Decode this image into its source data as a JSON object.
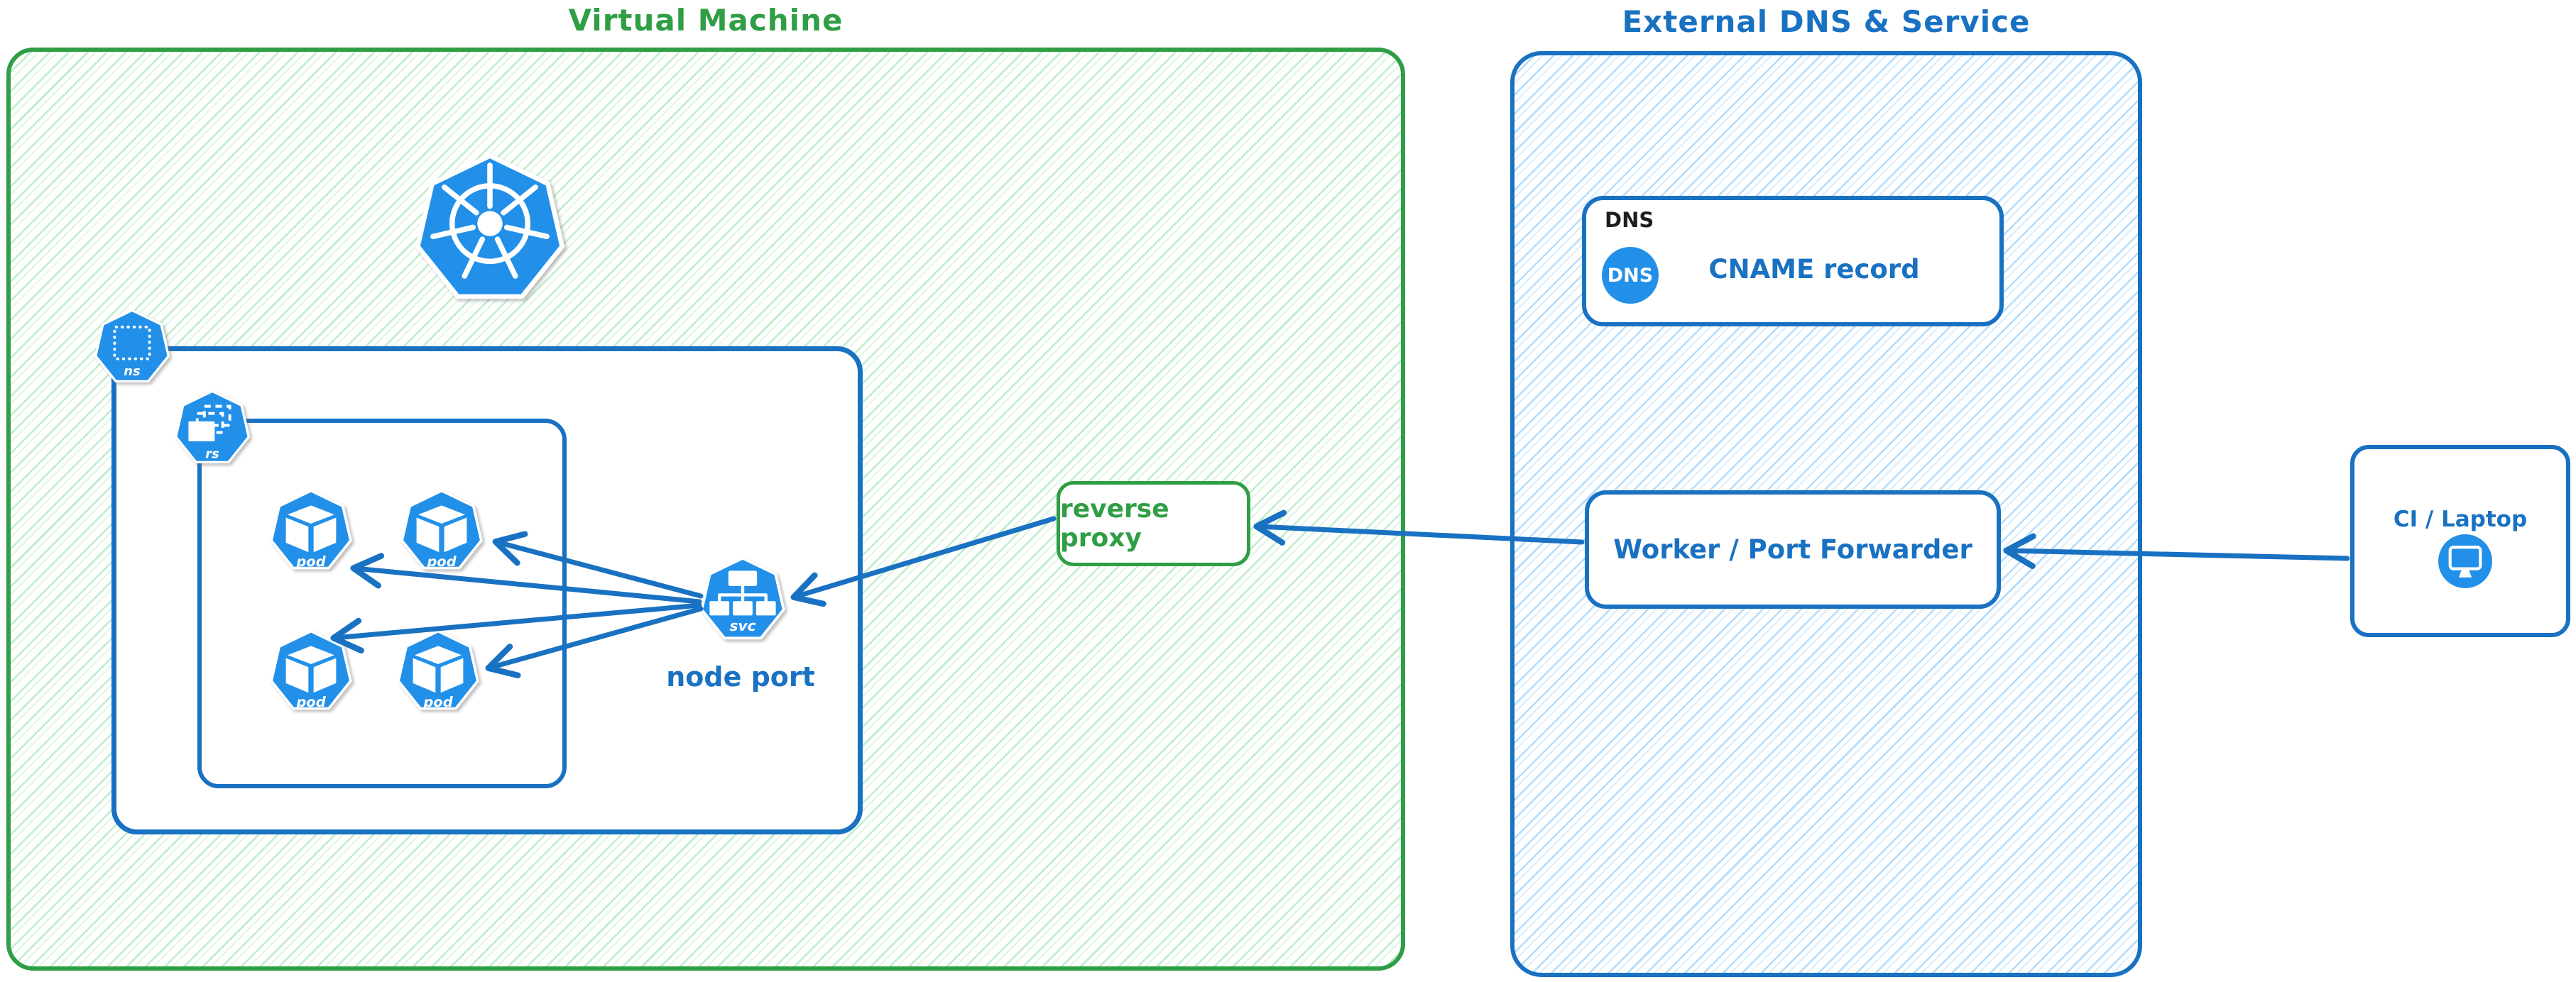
{
  "colors": {
    "green": "#2f9e44",
    "green_hatch_a": "rgba(134,222,154,0.55)",
    "green_hatch_b": "rgba(134,222,154,0.28)",
    "blue": "#1971c2",
    "blue_hatch_a": "rgba(116,192,252,0.55)",
    "blue_hatch_b": "rgba(116,192,252,0.28)",
    "icon_blue": "#2290e9",
    "ink": "#1e1e1e"
  },
  "vm": {
    "title": "Virtual Machine"
  },
  "cluster": {
    "namespace_icon_label": "ns",
    "replicaset_icon_label": "rs",
    "service_icon_label": "svc",
    "service_caption": "node port",
    "pods": [
      {
        "label": "pod"
      },
      {
        "label": "pod"
      },
      {
        "label": "pod"
      },
      {
        "label": "pod"
      }
    ]
  },
  "reverse_proxy": {
    "label": "reverse proxy"
  },
  "external": {
    "title": "External DNS & Service",
    "dns_card": {
      "tag": "DNS",
      "icon_label": "DNS",
      "label": "CNAME record"
    },
    "worker_card": {
      "label": "Worker / Port Forwarder"
    }
  },
  "client": {
    "label": "CI / Laptop"
  }
}
